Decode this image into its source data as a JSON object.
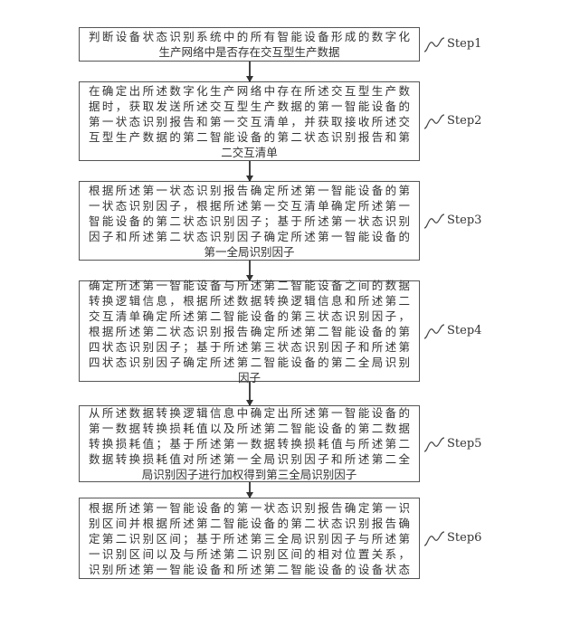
{
  "steps": [
    {
      "label": "Step1",
      "lines": [
        "判断设备状态识别系统中的所有智能设备形成的数字化",
        "生产网络中是否存在交互型生产数据"
      ]
    },
    {
      "label": "Step2",
      "lines": [
        "在确定出所述数字化生产网络中存在所述交互型生产数",
        "据时，获取发送所述交互型生产数据的第一智能设备的",
        "第一状态识别报告和第一交互清单，并获取接收所述交",
        "互型生产数据的第二智能设备的第二状态识别报告和第",
        "二交互清单"
      ]
    },
    {
      "label": "Step3",
      "lines": [
        "根据所述第一状态识别报告确定所述第一智能设备的第",
        "一状态识别因子，根据所述第一交互清单确定所述第一",
        "智能设备的第二状态识别因子；基于所述第一状态识别",
        "因子和所述第二状态识别因子确定所述第一智能设备的",
        "第一全局识别因子"
      ]
    },
    {
      "label": "Step4",
      "lines": [
        "确定所述第一智能设备与所述第二智能设备之间的数据",
        "转换逻辑信息，根据所述数据转换逻辑信息和所述第二",
        "交互清单确定所述第二智能设备的第三状态识别因子，",
        "根据所述第二状态识别报告确定所述第二智能设备的第",
        "四状态识别因子；基于所述第三状态识别因子和所述第",
        "四状态识别因子确定所述第二智能设备的第二全局识别",
        "因子"
      ]
    },
    {
      "label": "Step5",
      "lines": [
        "从所述数据转换逻辑信息中确定出所述第一智能设备的",
        "第一数据转换损耗值以及所述第二智能设备的第二数据",
        "转换损耗值；基于所述第一数据转换损耗值与所述第二",
        "数据转换损耗值对所述第一全局识别因子和所述第二全",
        "局识别因子进行加权得到第三全局识别因子"
      ]
    },
    {
      "label": "Step6",
      "lines": [
        "根据所述第一智能设备的第一状态识别报告确定第一识",
        "别区间并根据所述第二智能设备的第二状态识别报告确",
        "定第二识别区间；基于所述第三全局识别因子与所述第",
        "一识别区间以及与所述第二识别区间的相对位置关系，",
        "识别所述第一智能设备和所述第二智能设备的设备状态"
      ]
    }
  ]
}
